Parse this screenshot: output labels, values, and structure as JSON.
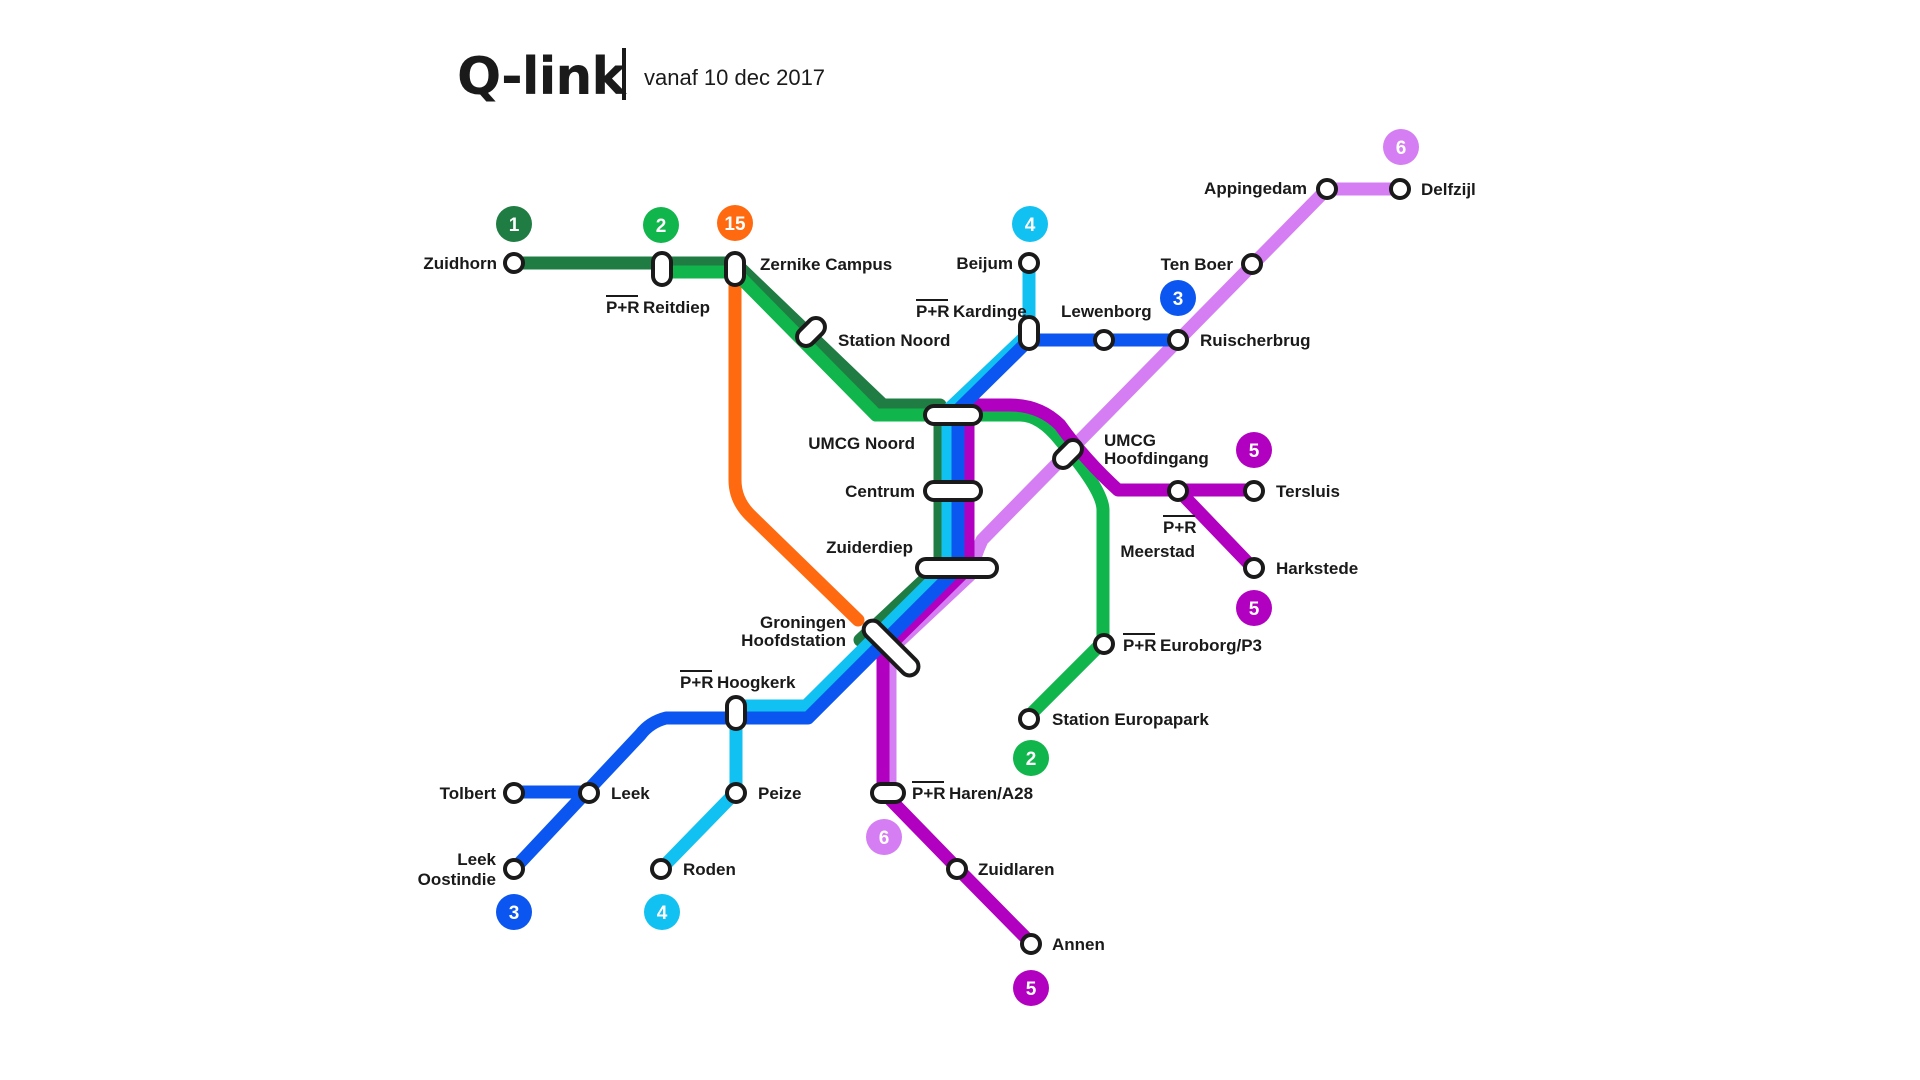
{
  "header": {
    "title": "Q-link",
    "subtitle": "vanaf 10 dec 2017"
  },
  "colors": {
    "line1": "#1f7d43",
    "line2": "#10b54b",
    "line3": "#0b56f0",
    "line4": "#10c1f2",
    "line5": "#b100c0",
    "line6": "#d57df2",
    "line15": "#ff6a10",
    "stop_stroke": "#1a1a1a",
    "background": "#ffffff"
  },
  "lines": [
    {
      "id": "1",
      "name": "1"
    },
    {
      "id": "2",
      "name": "2"
    },
    {
      "id": "3",
      "name": "3"
    },
    {
      "id": "4",
      "name": "4"
    },
    {
      "id": "5",
      "name": "5"
    },
    {
      "id": "6",
      "name": "6"
    },
    {
      "id": "15",
      "name": "15"
    }
  ],
  "pr_prefix": "P+R",
  "stations": {
    "zuidhorn": "Zuidhorn",
    "reitdiep": "Reitdiep",
    "zernike": "Zernike Campus",
    "station_noord": "Station Noord",
    "beijum": "Beijum",
    "kardinge": "Kardinge",
    "lewenborg": "Lewenborg",
    "ten_boer": "Ten Boer",
    "ruischerbrug": "Ruischerbrug",
    "appingedam": "Appingedam",
    "delfzijl": "Delfzijl",
    "umcg_noord": "UMCG Noord",
    "umcg_hoofd_1": "UMCG",
    "umcg_hoofd_2": "Hoofdingang",
    "centrum": "Centrum",
    "zuiderdiep": "Zuiderdiep",
    "tersluis": "Tersluis",
    "meerstad": "Meerstad",
    "harkstede": "Harkstede",
    "hoofdstation_1": "Groningen",
    "hoofdstation_2": "Hoofdstation",
    "euroborg": "Euroborg/P3",
    "europapark": "Station Europapark",
    "hoogkerk": "Hoogkerk",
    "tolbert": "Tolbert",
    "leek": "Leek",
    "peize": "Peize",
    "haren": "Haren/A28",
    "leek_oostindie_1": "Leek",
    "leek_oostindie_2": "Oostindie",
    "roden": "Roden",
    "zuidlaren": "Zuidlaren",
    "annen": "Annen"
  }
}
